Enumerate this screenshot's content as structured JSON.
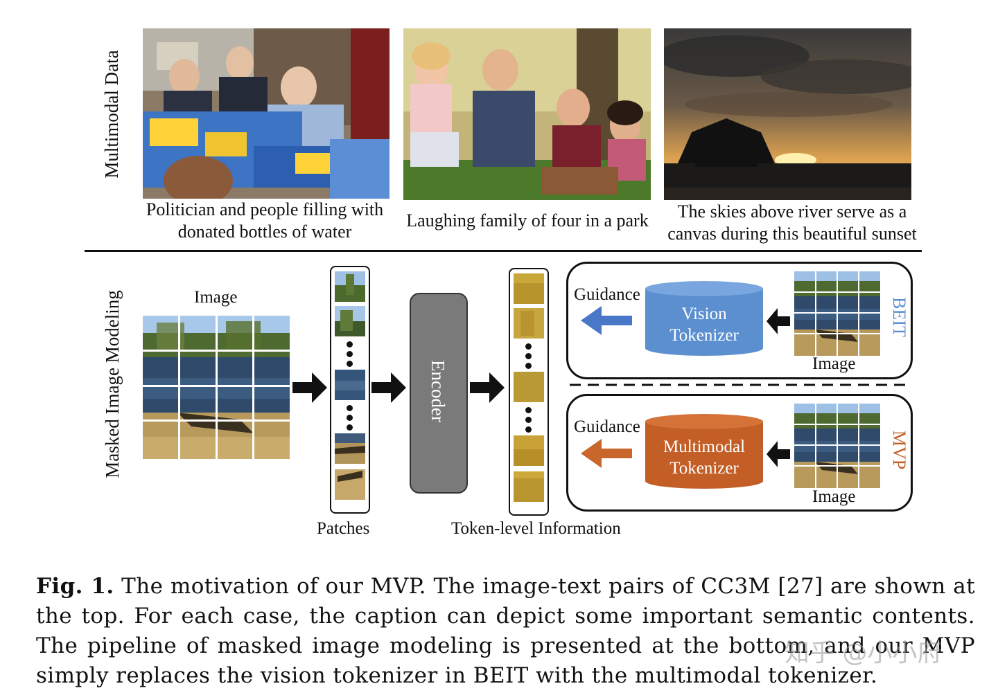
{
  "top": {
    "section_label": "Multimodal Data",
    "captions": [
      {
        "line1": "Politician and people filling with",
        "line2": "donated bottles of water"
      },
      {
        "line1": "Laughing family of four in a park",
        "line2": ""
      },
      {
        "line1": "The skies above river serve as a",
        "line2": "canvas during this beautiful sunset"
      }
    ]
  },
  "bottom": {
    "section_label": "Masked Image Modeling",
    "image_label": "Image",
    "patches_label": "Patches",
    "encoder_label": "Encoder",
    "token_label": "Token-level Information",
    "beit": {
      "guidance": "Guidance",
      "tokenizer_line1": "Vision",
      "tokenizer_line2": "Tokenizer",
      "image_label": "Image",
      "side_label": "BEIT",
      "color": "#5b8fd0",
      "arrow_color": "#4a78c8"
    },
    "mvp": {
      "guidance": "Guidance",
      "tokenizer_line1": "Multimodal",
      "tokenizer_line2": "Tokenizer",
      "image_label": "Image",
      "side_label": "MVP",
      "color": "#c25e26",
      "arrow_color": "#c8662c"
    }
  },
  "figure_caption": {
    "prefix": "Fig. 1.",
    "text": " The motivation of our MVP. The image-text pairs of CC3M [27] are shown at the top. For each case, the caption can depict some important semantic contents. The pipeline of masked image modeling is presented at the bottom, and our MVP simply replaces the vision tokenizer in BEIT with the multimodal tokenizer."
  },
  "watermark": "知乎 @小小府"
}
